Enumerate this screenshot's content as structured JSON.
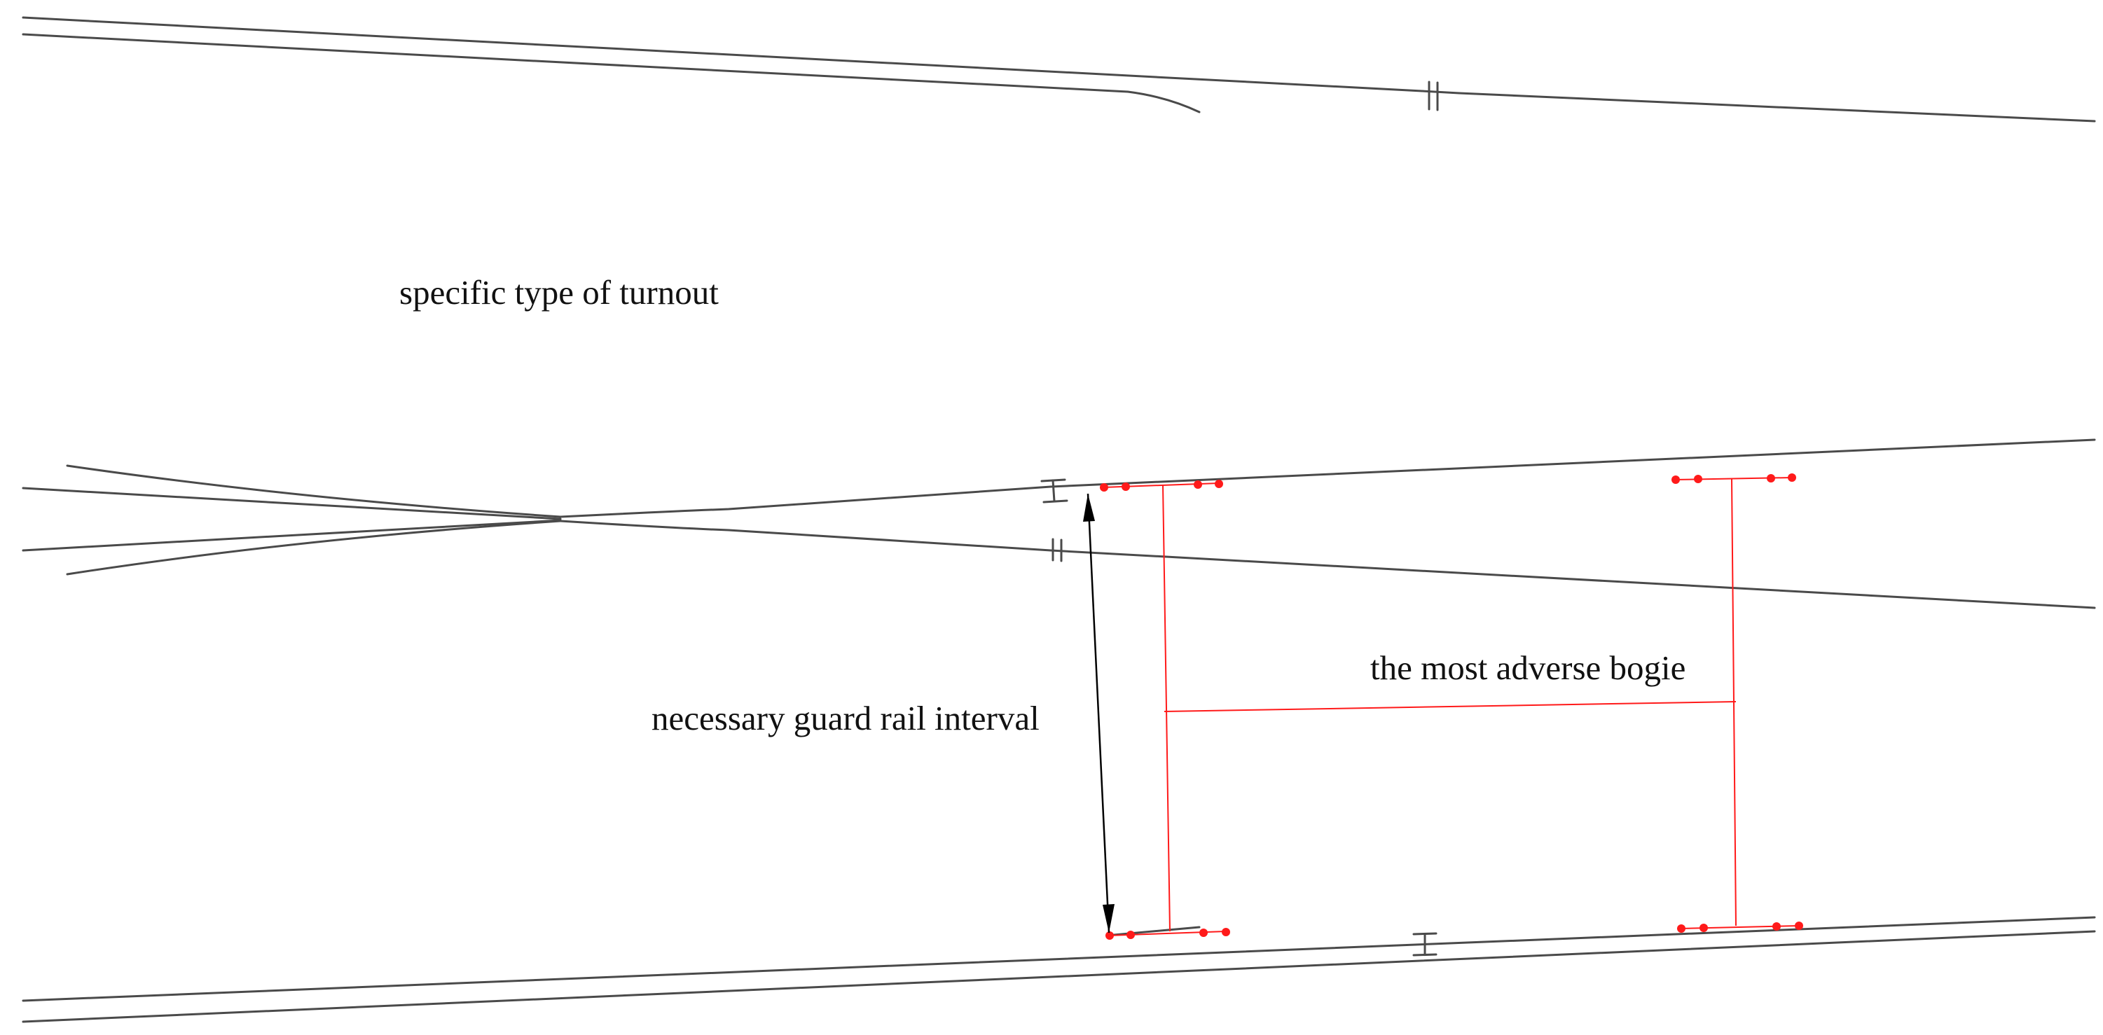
{
  "diagram": {
    "labels": {
      "turnout": "specific type of turnout",
      "bogie": "the most adverse bogie",
      "interval": "necessary guard rail interval"
    },
    "colors": {
      "rail": "#4a4a4a",
      "bogie": "#ff1a1a",
      "arrow": "#000000",
      "text": "#111111"
    }
  }
}
